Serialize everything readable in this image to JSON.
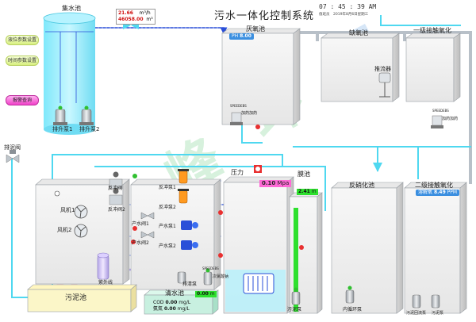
{
  "header": {
    "title": "污水一体化控制系统",
    "clock": "07 : 45 : 39  AM",
    "date": "2019年8月6日",
    "user_label": "值班员",
    "date_label": "2019年8月6日星期三"
  },
  "tanks": {
    "collection": "集水池",
    "anaerobic": "厌氧池",
    "anoxic": "缺氧池",
    "primary_contact": "一级接触氧化",
    "pressure": "压力",
    "membrane": "膜池",
    "denitrification": "反硝化池",
    "secondary_contact": "二级接触氧化",
    "clear": "清水池",
    "sludge": "污泥池"
  },
  "buttons": {
    "level_settings": "液位参数设置",
    "time_settings": "时间参数设置",
    "alarm_query": "报警查询"
  },
  "flow": {
    "rate": "21.66",
    "rate_unit": "m³/h",
    "total": "46058.00",
    "total_unit": "m³"
  },
  "readouts": {
    "ph_label": "PH",
    "ph_value": "8.00",
    "mpa_value": "0.10",
    "mpa_unit": "Mpa",
    "membrane_level": "2.41",
    "membrane_level_unit": "m",
    "do_label": "溶解氧",
    "do_value": "8.49",
    "do_unit": "PPM",
    "clear_level": "0.00",
    "clear_level_unit": "m",
    "cod_label": "COD",
    "cod_value": "0.00",
    "cod_unit": "mg/L",
    "nh_label": "氨氮",
    "nh_value": "0.00",
    "nh_unit": "mg/L"
  },
  "equipment": {
    "lift_pump_1": "排升泵1",
    "lift_pump_2": "排升泵2",
    "drain_valve": "排泥阀",
    "fan_1": "风机1",
    "fan_2": "风机2",
    "backwash_valve": "反冲阀",
    "backwash_pump": "反冲阀2",
    "backwash_pump_1": "反冲泵1",
    "backwash_pump_2": "反冲泵2",
    "produce_valve_1": "产水阀1",
    "produce_valve_2": "产水阀2",
    "produce_pump_1": "产水泵1",
    "produce_pump_2": "产水泵2",
    "uv_lamp": "紫外线",
    "drain_pump": "排清泵",
    "agitator": "推流器",
    "dosing_1": "加药加药",
    "dosing_2": "加药加药",
    "dosing_3": "次氯酸钠",
    "sludge_pump": "污泥泵",
    "inner_pump": "内循环泵",
    "sludge_return_pump": "污泥回流泵",
    "sludge_pump_2": "污泥泵",
    "small_label_a": "SPEEDEBS",
    "small_label_b": "SPEEDEBS",
    "small_label_c": "SPEEDEBS"
  },
  "watermark": "兴峰环保",
  "colors": {
    "pipe_cyan": "#4fd8f0",
    "pipe_blue": "#2a4fd8",
    "pipe_grey": "#b8c0c8",
    "tank_face": "#f0f0f0",
    "water_cyan": "#aef2ff",
    "sludge_yellow": "#fbf6c8",
    "clear_green": "#c8f0e0",
    "indicator_red": "#e83030",
    "indicator_green": "#30c030",
    "level_green": "#2ee02e"
  }
}
